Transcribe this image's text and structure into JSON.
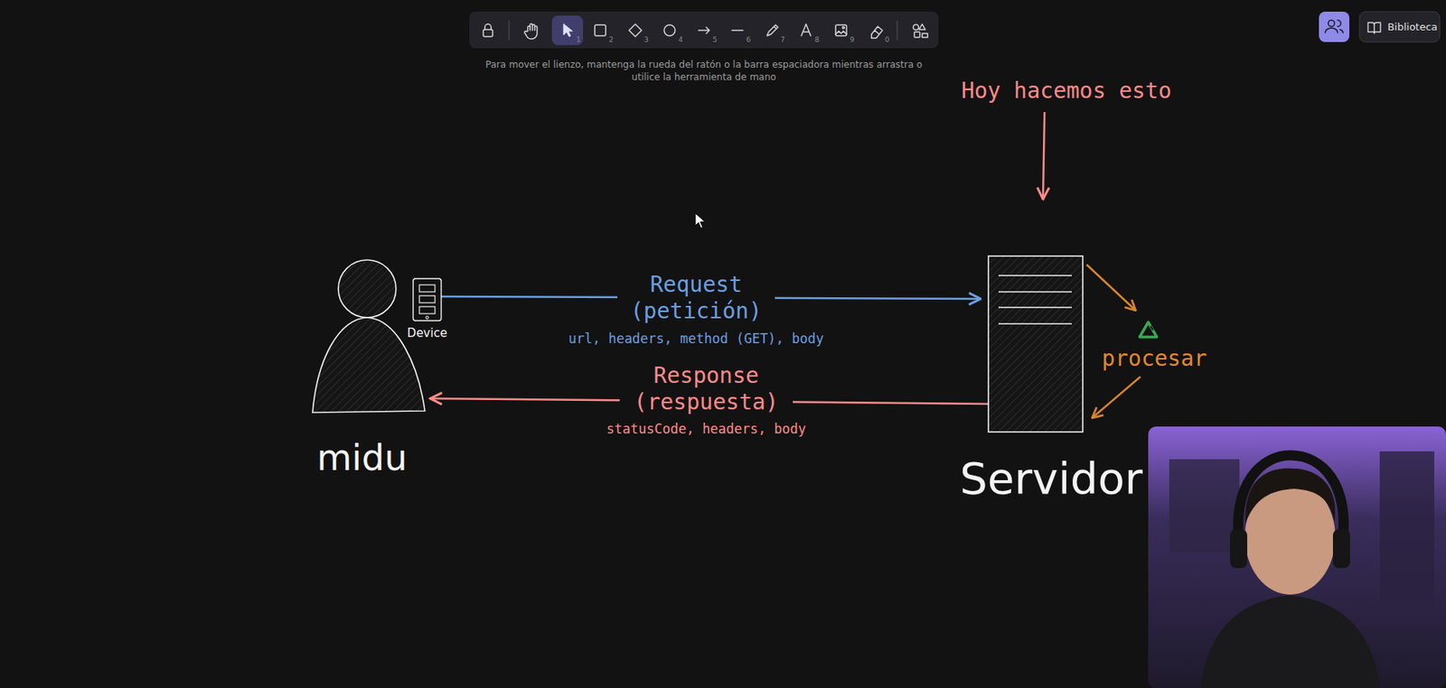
{
  "diagram": {
    "nodes": [
      {
        "text": [
          "midu"
        ]
      },
      {
        "text": [
          "Device"
        ]
      },
      {
        "text": [
          "Servidor"
        ]
      }
    ],
    "edges": [
      {
        "from": 1,
        "to": 2,
        "arrow": "to",
        "label": "Request (petición)"
      },
      {
        "from": 2,
        "to": 0,
        "arrow": "to",
        "label": "Response (respuesta)"
      }
    ],
    "labels": [
      "Para mover el lienzo, mantenga la rueda del ratón o la barra espaciadora mientras arrastra o utilice la herramienta de mano",
      "Biblioteca",
      "1",
      "2",
      "3",
      "4",
      "5",
      "6",
      "7",
      "8",
      "9",
      "0",
      "Hoy hacemos esto",
      "url, headers, method (GET), body",
      "statusCode, headers, body",
      "procesar"
    ]
  }
}
